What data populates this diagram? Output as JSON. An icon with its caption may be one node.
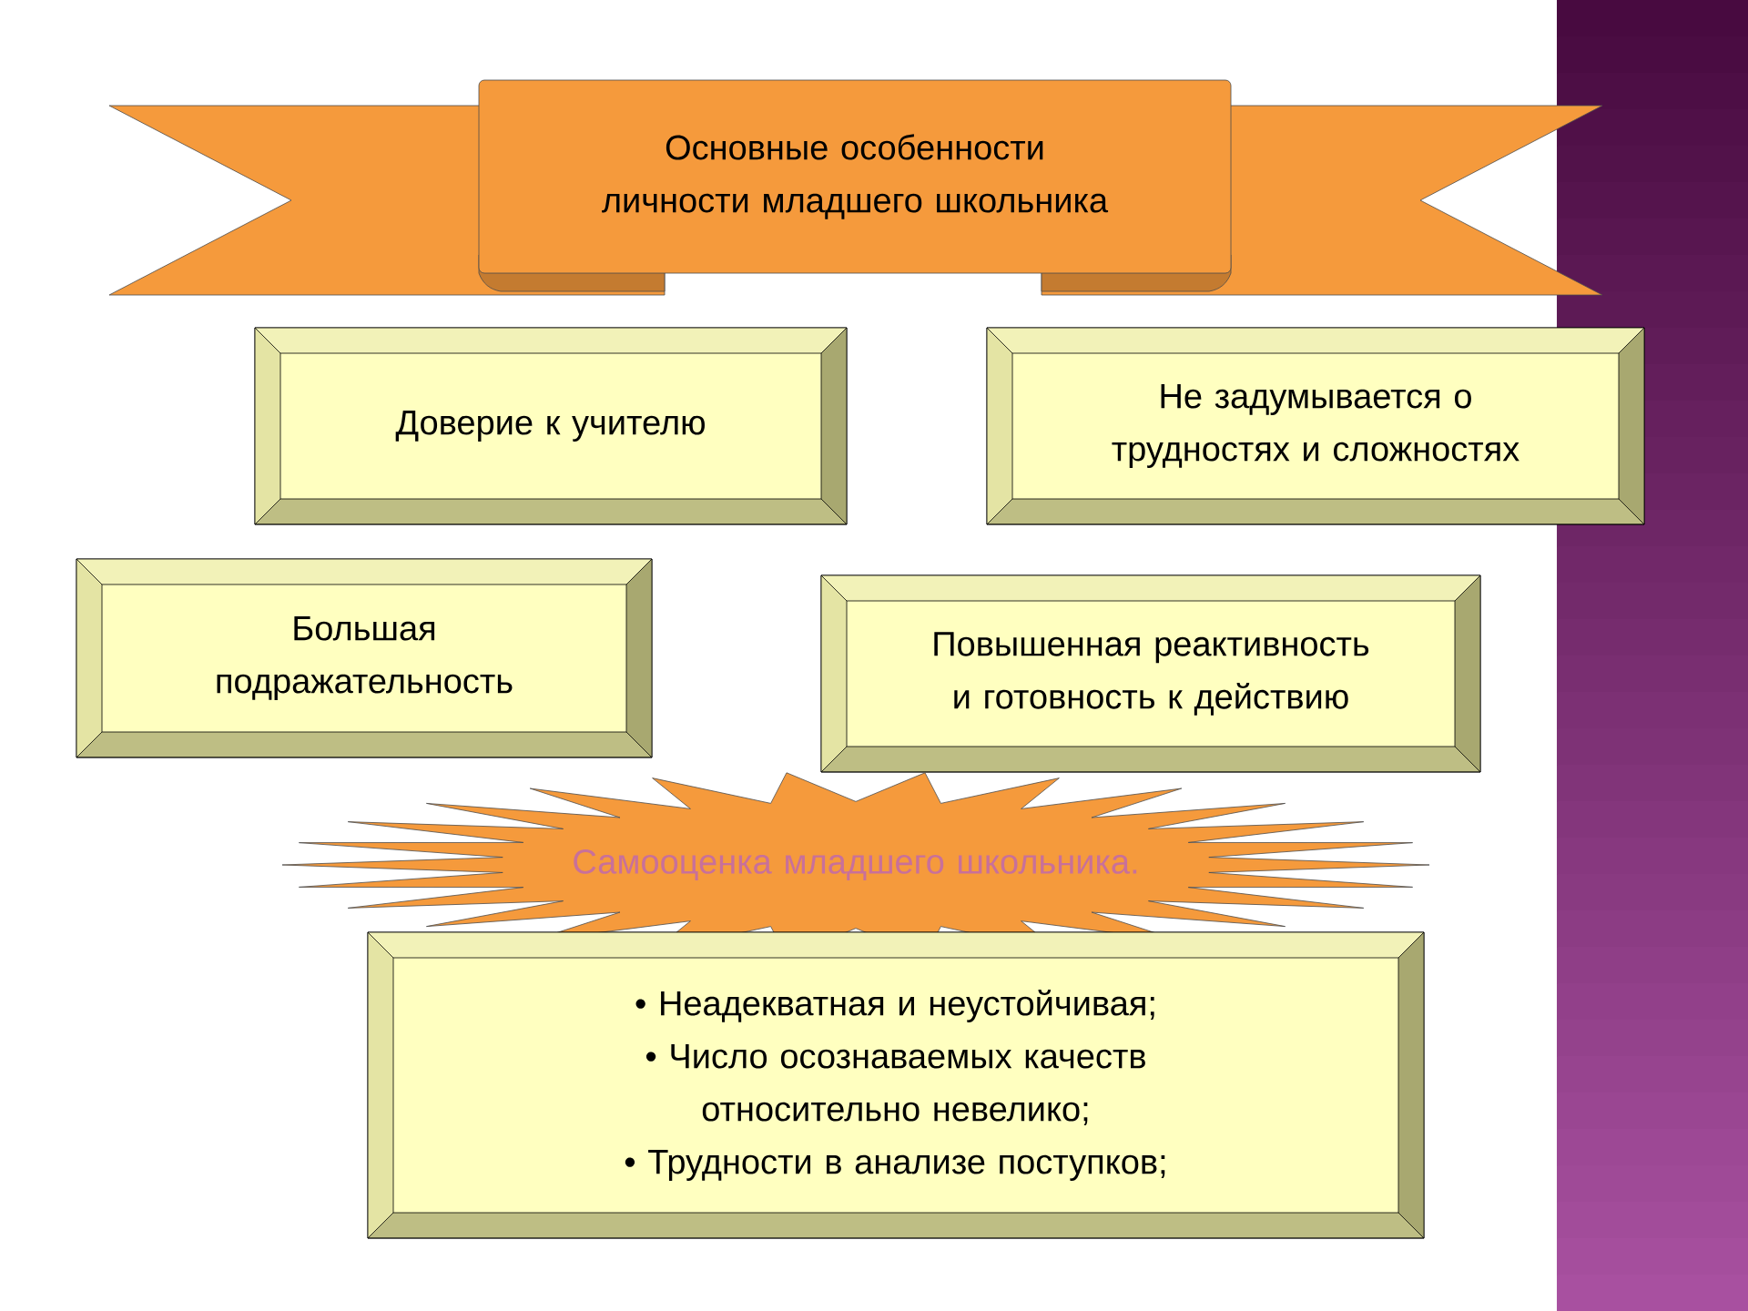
{
  "diagram": {
    "nodes": [
      {
        "text": [
          "Основные особенности личности младшего школьника"
        ]
      },
      {
        "text": [
          "Доверие к учителю"
        ]
      },
      {
        "text": [
          "Не задумывается о трудностях и сложностях"
        ]
      },
      {
        "text": [
          "Большая подражательность"
        ]
      },
      {
        "text": [
          "Повышенная реактивность и готовность к действию"
        ]
      },
      {
        "text": [
          "Самооценка младшего школьника."
        ]
      },
      {
        "text": [
          "• Неадекватная и неустойчивая;",
          "• Число осознаваемых качеств относительно невелико;",
          "• Трудности в анализе поступков;"
        ]
      }
    ]
  }
}
